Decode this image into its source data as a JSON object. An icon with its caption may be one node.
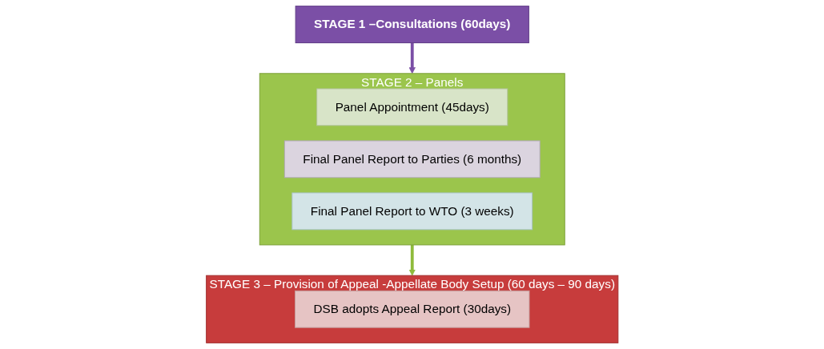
{
  "diagram": {
    "nodes": [
      {
        "text": [
          "STAGE 1 –Consultations   (60days)"
        ]
      },
      {
        "text": [
          "STAGE 2 – Panels"
        ]
      },
      {
        "text": [
          "Panel Appointment (45days)"
        ],
        "in": 1
      },
      {
        "text": [
          "Final Panel Report to Parties (6 months)"
        ],
        "in": 1
      },
      {
        "text": [
          "Final Panel Report to WTO (3 weeks)"
        ],
        "in": 1
      },
      {
        "text": [
          "STAGE 3 – Provision of Appeal -Appellate Body Setup (60 days – 90 days)"
        ]
      },
      {
        "text": [
          "DSB adopts Appeal Report (30days)"
        ],
        "in": 5
      }
    ],
    "edges": [
      {
        "from": 0,
        "to": 1,
        "arrow": "to",
        "color": "#7b4fa6"
      },
      {
        "from": 1,
        "to": 5,
        "arrow": "to",
        "color": "#8fbb3c"
      }
    ]
  }
}
